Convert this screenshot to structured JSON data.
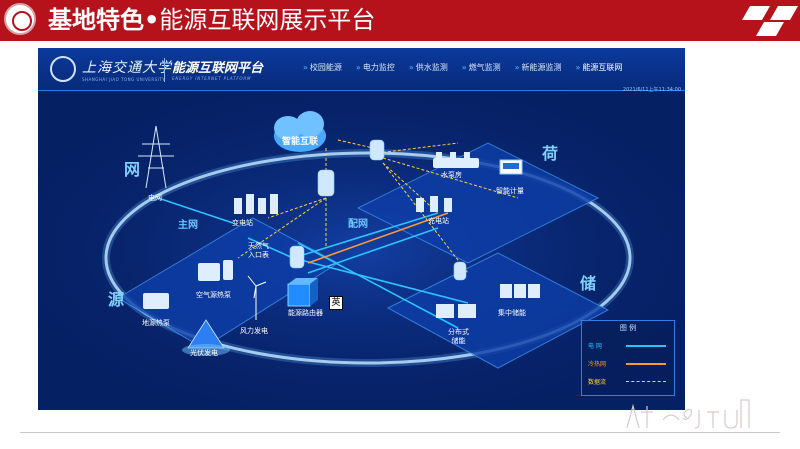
{
  "slide": {
    "title_main": "基地特色",
    "title_sep": "•",
    "title_sub": "能源互联网展示平台"
  },
  "platform": {
    "university_cn": "上海交通大学",
    "university_en": "SHANGHAI JIAO TONG UNIVERSITY",
    "platform_cn": "能源互联网平台",
    "platform_en": "ENERGY INTERNET PLATFORM",
    "nav": [
      "校园能源",
      "电力监控",
      "供水监测",
      "燃气监测",
      "新能源监测",
      "能源互联网"
    ],
    "active_nav": "能源互联网",
    "timestamp": "2021/6/11上午11:34:00"
  },
  "diagram": {
    "corners": {
      "grid": "网",
      "source": "源",
      "load": "荷",
      "storage": "储"
    },
    "labels": {
      "grid_tower": "电网",
      "main_grid": "主网",
      "substation": "变电站",
      "smart_internet": "智能互联",
      "dist_grid": "配网",
      "water_pump": "水泵房",
      "smart_meter": "智能计量",
      "charging": "充电站",
      "gas_inlet": "天然气\n入口表",
      "air_source": "空气源热泵",
      "ground_source": "地源热泵",
      "wind": "风力发电",
      "solar": "光伏发电",
      "router": "能源路由器",
      "distributed": "分布式\n储能",
      "central_storage": "集中储能"
    },
    "legend": {
      "title": "图 例",
      "items": [
        {
          "label": "电  网",
          "color": "#2bc4ff"
        },
        {
          "label": "冷热网",
          "color": "#ff9a2e"
        },
        {
          "label": "数据流",
          "color": "#ffd23c"
        }
      ]
    },
    "ime_char": "英"
  },
  "colors": {
    "brand_red": "#b5121b",
    "screen_bg": "#062064",
    "accent": "#2bc4ff"
  }
}
